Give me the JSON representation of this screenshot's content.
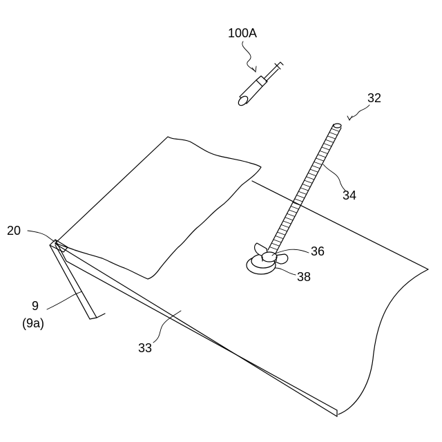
{
  "labels": {
    "attachment": "100A",
    "rod_assembly": "32",
    "sheet": "33",
    "threaded_rod": "34",
    "wing_nut": "36",
    "base_washer": "38",
    "edge_member": "20",
    "frame_ref": "9",
    "frame_ref_alt": "(9a)"
  }
}
